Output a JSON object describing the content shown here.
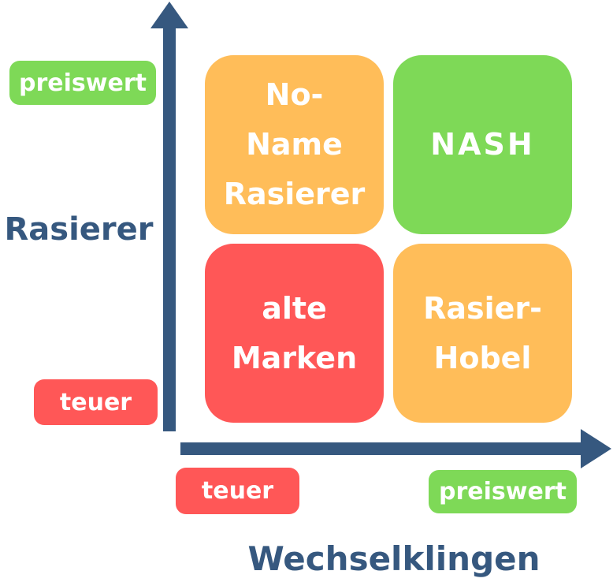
{
  "colors": {
    "green": "#7ED957",
    "orange": "#FFBD59",
    "red": "#FF5757",
    "navy": "#36587F",
    "white": "#FFFFFF"
  },
  "y_axis": {
    "title": "Rasierer",
    "top_label": {
      "text": "preiswert",
      "color": "#7ED957"
    },
    "bottom_label": {
      "text": "teuer",
      "color": "#FF5757"
    }
  },
  "x_axis": {
    "title": "Wechselklingen",
    "left_label": {
      "text": "teuer",
      "color": "#FF5757"
    },
    "right_label": {
      "text": "preiswert",
      "color": "#7ED957"
    }
  },
  "quadrants": {
    "top_left": {
      "label": "No-\nName\nRasierer",
      "color": "#FFBD59",
      "position": "cheap razor / expensive blades"
    },
    "top_right": {
      "label": "NASH",
      "color": "#7ED957",
      "position": "cheap razor / cheap blades"
    },
    "bottom_left": {
      "label": "alte\nMarken",
      "color": "#FF5757",
      "position": "expensive razor / expensive blades"
    },
    "bottom_right": {
      "label": "Rasier-\nHobel",
      "color": "#FFBD59",
      "position": "expensive razor / cheap blades"
    }
  }
}
